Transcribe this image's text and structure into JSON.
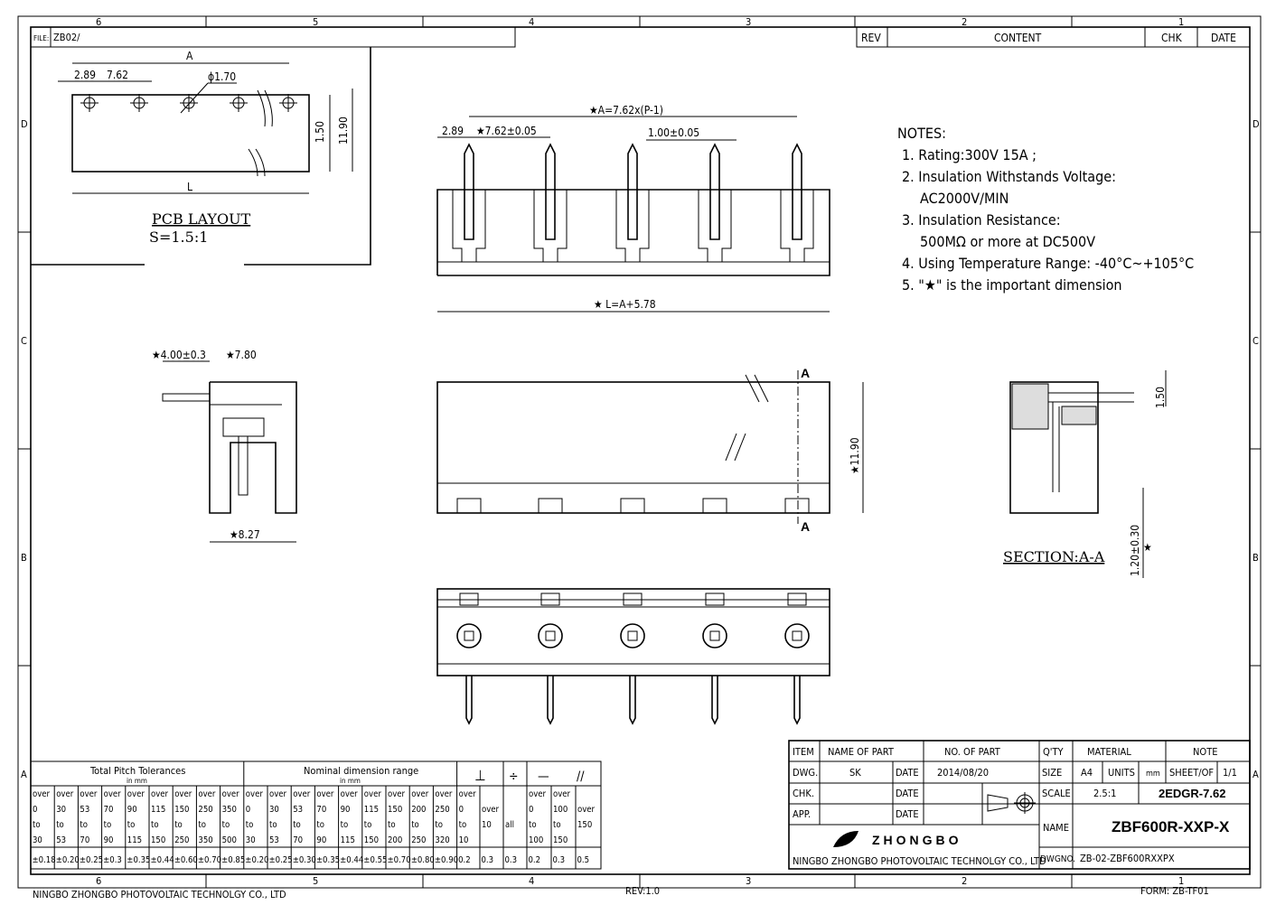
{
  "frame": {
    "zones_top": [
      "6",
      "5",
      "4",
      "3",
      "2",
      "1"
    ],
    "zones_side": [
      "D",
      "C",
      "B",
      "A"
    ],
    "file_label": "FILE:",
    "file_value": "ZB02/",
    "footer_company": "NINGBO ZHONGBO PHOTOVOLTAIC TECHNOLGY CO., LTD",
    "footer_rev": "REV:1.0",
    "footer_form": "FORM: ZB-TF01"
  },
  "revision_block": {
    "rev": "REV",
    "content": "CONTENT",
    "chk": "CHK",
    "date": "DATE"
  },
  "pcb_layout": {
    "title": "PCB LAYOUT",
    "scale": "S=1.5:1",
    "dim_a": "A",
    "dim_289": "2.89",
    "dim_762": "7.62",
    "dim_hole": "ϕ1.70",
    "dim_150": "1.50",
    "dim_1190": "11.90",
    "dim_l": "L"
  },
  "front_view": {
    "dim_a": "★A=7.62x(P-1)",
    "dim_289": "2.89",
    "dim_pitch": "★7.62±0.05",
    "dim_pin": "1.00±0.05",
    "dim_l": "★ L=A+5.78"
  },
  "side_view": {
    "dim_400": "★4.00±0.3",
    "dim_780": "★7.80",
    "dim_827": "★8.27"
  },
  "top_view": {
    "dim_1190": "★11.90",
    "section_mark": "A"
  },
  "section": {
    "title": "SECTION:A-A",
    "dim_150": "1.50",
    "dim_120": "1.20±0.30",
    "star": "★"
  },
  "notes": {
    "heading": "NOTES:",
    "items": [
      "1. Rating:300V 15A ;",
      "2. Insulation Withstands Voltage:",
      "AC2000V/MIN",
      "3. Insulation Resistance:",
      "500MΩ or more at DC500V",
      "4. Using Temperature Range:   -40°C~+105°C",
      "5. \"★\"  is the important dimension"
    ]
  },
  "tolerance_table": {
    "pitch_header": "Total Pitch Tolerances",
    "pitch_unit": "in mm",
    "nominal_header": "Nominal dimension range",
    "nominal_unit": "in mm",
    "symbols": [
      "⊥",
      "÷",
      "—",
      "//"
    ],
    "range_rows": [
      [
        "over",
        "over",
        "over",
        "over",
        "over",
        "over",
        "over",
        "over",
        "over",
        "over",
        "over",
        "over",
        "over",
        "over",
        "over",
        "over",
        "over",
        "over",
        "over",
        "",
        "",
        "over",
        "over",
        ""
      ],
      [
        "0",
        "30",
        "53",
        "70",
        "90",
        "115",
        "150",
        "250",
        "350",
        "0",
        "30",
        "53",
        "70",
        "90",
        "115",
        "150",
        "200",
        "250",
        "0",
        "over",
        "",
        "0",
        "100",
        "over"
      ],
      [
        "to",
        "to",
        "to",
        "to",
        "to",
        "to",
        "to",
        "to",
        "to",
        "to",
        "to",
        "to",
        "to",
        "to",
        "to",
        "to",
        "to",
        "to",
        "to",
        "10",
        "all",
        "to",
        "to",
        "150"
      ],
      [
        "30",
        "53",
        "70",
        "90",
        "115",
        "150",
        "250",
        "350",
        "500",
        "30",
        "53",
        "70",
        "90",
        "115",
        "150",
        "200",
        "250",
        "320",
        "10",
        "",
        "",
        "100",
        "150",
        ""
      ]
    ],
    "values": [
      "±0.18",
      "±0.20",
      "±0.25",
      "±0.3",
      "±0.35",
      "±0.44",
      "±0.60",
      "±0.70",
      "±0.85",
      "±0.20",
      "±0.25",
      "±0.30",
      "±0.35",
      "±0.44",
      "±0.55",
      "±0.70",
      "±0.80",
      "±0.90",
      "0.2",
      "0.3",
      "0.3",
      "0.2",
      "0.3",
      "0.5"
    ]
  },
  "title_block": {
    "item": "ITEM",
    "name_of_part": "NAME OF PART",
    "no_of_part": "NO. OF PART",
    "qty": "Q'TY",
    "material": "MATERIAL",
    "note": "NOTE",
    "dwg": "DWG.",
    "dwg_by": "SK",
    "date_label": "DATE",
    "dwg_date": "2014/08/20",
    "size_label": "SIZE",
    "size": "A4",
    "units_label": "UNITS",
    "units": "mm",
    "sheet_label": "SHEET/OF",
    "sheet": "1/1",
    "chk": "CHK.",
    "app": "APP.",
    "scale_label": "SCALE",
    "scale": "2.5:1",
    "series": "2EDGR-7.62",
    "name_label": "NAME",
    "name": "ZBF600R-XXP-X",
    "logo_text": "ZHONGBO",
    "company": "NINGBO ZHONGBO PHOTOVOLTAIC TECHNOLGY CO., LTD",
    "dwgno_label": "DWGNO.",
    "dwgno": "ZB-02-ZBF600RXXPX"
  }
}
